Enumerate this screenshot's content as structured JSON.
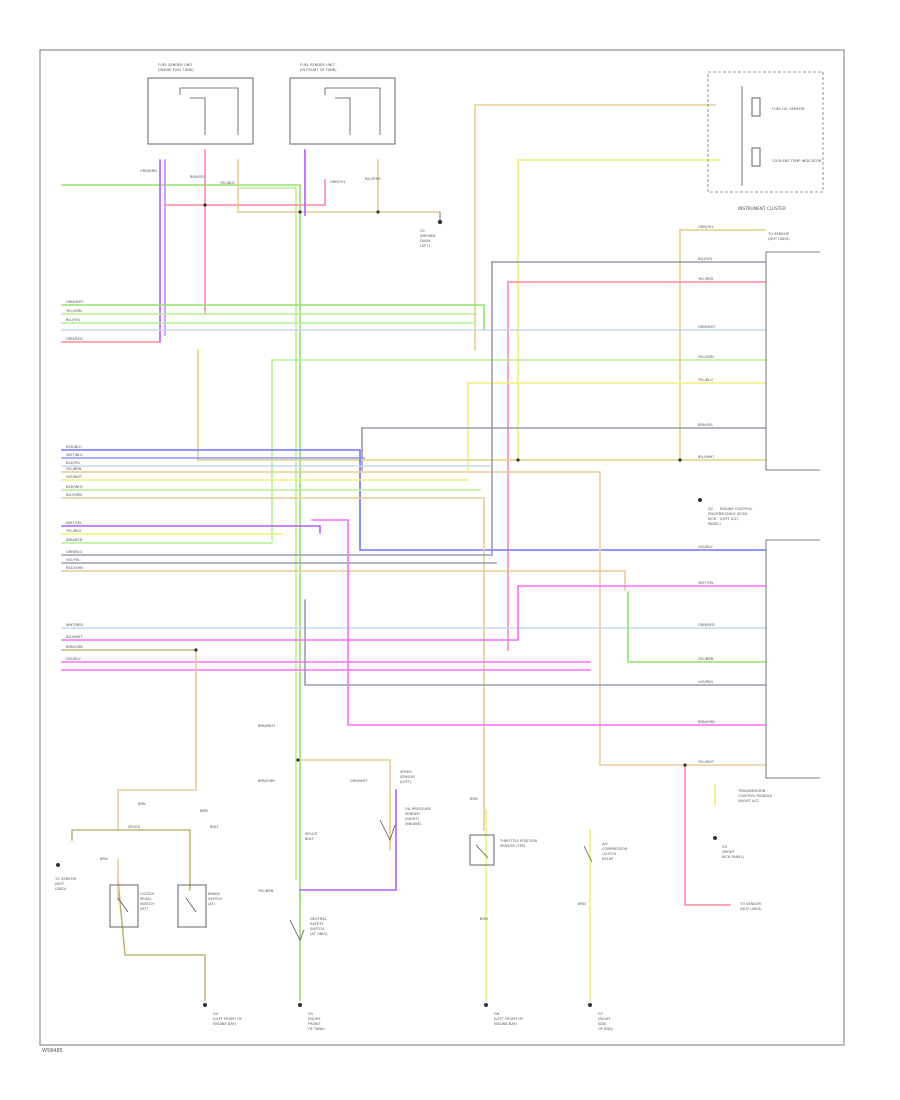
{
  "footer": {
    "code": "W58485"
  },
  "components": {
    "fuel_pump_left": {
      "lines": [
        "FUEL SENDER UNIT",
        "(INSIDE FUEL TANK)"
      ]
    },
    "fuel_pump_right": {
      "lines": [
        "FUEL SENDER UNIT",
        "(IN FRONT OF TANK)"
      ]
    },
    "instrument_cluster": {
      "title": "INSTRUMENT CLUSTER",
      "parts": [
        "FUEL LVL SENSOR",
        "COOLANT TEMP INDICATOR"
      ]
    },
    "g_ground_top": {
      "lines": [
        "G1",
        "(BEHIND",
        "DASH,",
        "LEFT)"
      ]
    },
    "module_upper": {
      "lines": [
        "ENGINE CONTROL",
        "MODULE (ECM)",
        "(LEFT A/C)"
      ]
    },
    "module_lower": {
      "lines": [
        "TRANSMISSION",
        "CONTROL MODULE",
        "(RIGHT A/C)"
      ]
    },
    "ground_right_mid": {
      "lines": [
        "G2",
        "(RIGHT",
        "KICK",
        "PANEL)"
      ]
    },
    "ground_right_low": {
      "lines": [
        "G3",
        "(RIGHT",
        "KICK PANEL)"
      ]
    },
    "right_link_top": {
      "lines": [
        "TO SENSOR",
        "(NOT USED)"
      ]
    },
    "right_link_bottom": {
      "lines": [
        "TO SENSOR",
        "(NOT USED)"
      ]
    },
    "left_ref": {
      "lines": [
        "TO SENSOR",
        "(NOT",
        "USED)"
      ]
    },
    "switches": {
      "sw1": {
        "lines": [
          "CLUTCH",
          "PEDAL",
          "SWITCH",
          "(MT)"
        ]
      },
      "sw2": {
        "lines": [
          "BRAKE",
          "SWITCH",
          "(AT)"
        ]
      },
      "sw3": {
        "lines": [
          "NEUTRAL",
          "SAFETY",
          "SWITCH",
          "(AT ONLY)"
        ]
      },
      "sw4": {
        "lines": [
          "OIL PRESSURE",
          "SENDER",
          "(RIGHT)",
          "(ENGINE)"
        ]
      },
      "sw5": {
        "lines": [
          "THROTTLE POSITION",
          "SENSOR (TPS)"
        ]
      },
      "sw6": {
        "lines": [
          "A/C",
          "COMPRESSOR",
          "CLUTCH",
          "RELAY"
        ]
      },
      "sw7": {
        "lines": [
          "SPEED",
          "SENSOR",
          "(LEFT)"
        ]
      }
    },
    "bottom_grounds": {
      "g1": {
        "lines": [
          "G4",
          "(LEFT FRONT OF",
          "ENGINE BAY)"
        ]
      },
      "g2": {
        "lines": [
          "G5",
          "(RIGHT",
          "FRONT",
          "OF TANK)"
        ]
      },
      "g3": {
        "lines": [
          "G6",
          "(LEFT FRONT OF",
          "ENGINE BAY)"
        ]
      },
      "g4": {
        "lines": [
          "G7",
          "(RIGHT",
          "SIDE",
          "OF ENG)"
        ]
      }
    },
    "mid_labels": {
      "a": {
        "text": "SPLICE"
      },
      "b": {
        "text": "BOLT"
      },
      "c": {
        "text": "SPLICE"
      },
      "d": {
        "text": "BOLT"
      }
    }
  },
  "wire_labels": {
    "top": [
      "GRN/BRN",
      "BRN/YEL",
      "YEL/BLU",
      "GRN/YEL",
      "BLU/RED"
    ],
    "left_bundle": [
      "GRN/WHT",
      "YEL/GRN",
      "BLU/YEL",
      "GRN/RED",
      "RED/BLU",
      "WHT/BLU",
      "BLK/YEL",
      "YEL/BRN",
      "VIO/WHT",
      "RED/WHT",
      "BLU/GRN",
      "WHT/YEL",
      "YEL/RED",
      "BRN/RED",
      "GRN/BLU",
      "VIO/YEL",
      "RED/GRN",
      "WHT/RED",
      "BLU/WHT",
      "BRN/GRN",
      "VIO/BLU"
    ],
    "right_bundle": [
      "GRN/YEL",
      "BLU/YEL",
      "YEL/RED",
      "GRN/WHT",
      "YEL/GRN",
      "YEL/BLU",
      "BRN/YEL",
      "BLU/WHT",
      "VIO/BLU",
      "WHT/YEL",
      "GRN/RED",
      "YEL/BRN",
      "VIO/RED",
      "BRN/GRN",
      "YEL/WHT"
    ],
    "lower": [
      "BRN/WHT",
      "BRN/GRN",
      "GRN/WHT",
      "YEL/BRN",
      "BRN",
      "BRN",
      "BRN",
      "BRN",
      "BRN",
      "BRN"
    ]
  },
  "wire_colors": {
    "green": "#8fe36a",
    "lightgreen": "#b6ef93",
    "pink": "#ff8aa0",
    "magenta": "#ff6bff",
    "violet": "#b45cff",
    "blue": "#6e76ff",
    "yellow": "#f1f07a",
    "tan": "#e7cc97",
    "olive": "#c3b779",
    "gray": "#9b9bb0",
    "lightblue": "#c8d7f2"
  }
}
